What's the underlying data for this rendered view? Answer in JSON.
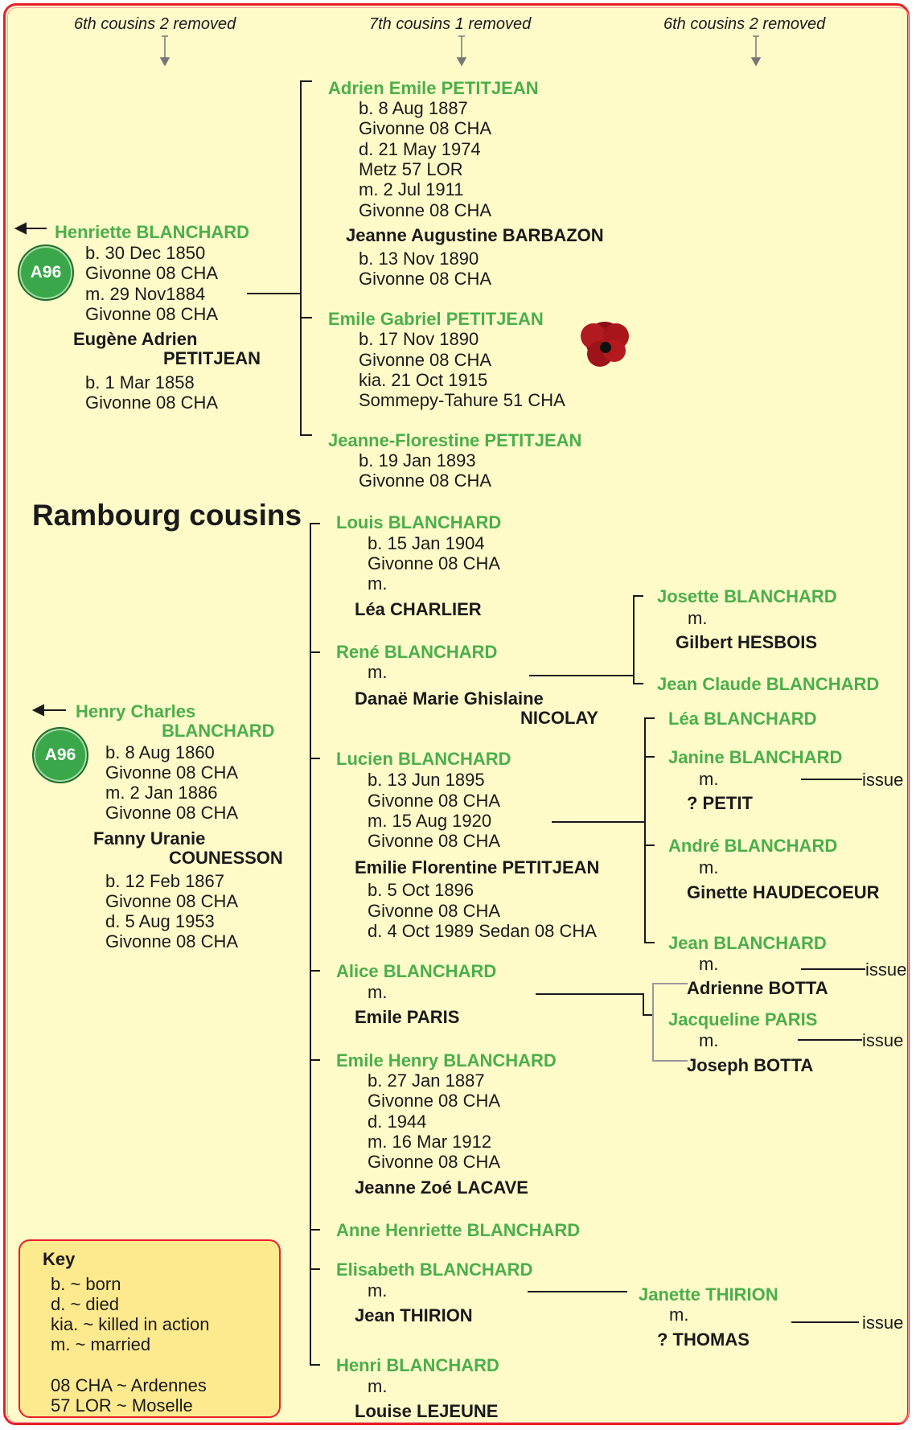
{
  "headers": {
    "left": "6th cousins 2 removed",
    "center": "7th cousins 1 removed",
    "right": "6th cousins 2 removed"
  },
  "section_title": "Rambourg cousins",
  "badge_label": "A96",
  "colors": {
    "frame": "#e8202a",
    "background": "#fefbc9",
    "name_green": "#4cae4c",
    "badge": "#3aa84a",
    "key_background": "#fde98e"
  },
  "top_family": {
    "parent": {
      "name": "Henriette BLANCHARD",
      "details": [
        "b. 30 Dec 1850",
        "Givonne 08 CHA",
        "m. 29 Nov1884",
        "Givonne 08 CHA"
      ]
    },
    "spouse": {
      "name_line1": "Eugène Adrien",
      "name_line2": "PETITJEAN",
      "details": [
        "b. 1 Mar 1858",
        "Givonne 08 CHA"
      ]
    },
    "children": [
      {
        "name": "Adrien Emile PETITJEAN",
        "details": [
          "b. 8 Aug 1887",
          "Givonne 08 CHA",
          "d. 21 May 1974",
          "Metz 57 LOR",
          "m. 2 Jul 1911",
          "Givonne 08 CHA"
        ],
        "spouse": "Jeanne Augustine BARBAZON",
        "spouse_details": [
          "b. 13 Nov 1890",
          "Givonne 08 CHA"
        ]
      },
      {
        "name": "Emile Gabriel PETITJEAN",
        "details": [
          "b. 17 Nov 1890",
          "Givonne 08 CHA",
          "kia. 21 Oct 1915",
          "Sommepy-Tahure 51 CHA"
        ],
        "icon": "poppy-icon"
      },
      {
        "name": "Jeanne-Florestine PETITJEAN",
        "details": [
          "b. 19 Jan 1893",
          "Givonne 08 CHA"
        ]
      }
    ]
  },
  "bottom_family": {
    "parent": {
      "name_line1": "Henry Charles",
      "name_line2": "BLANCHARD",
      "details": [
        "b. 8 Aug 1860",
        "Givonne 08 CHA",
        "m. 2 Jan 1886",
        "Givonne 08 CHA"
      ]
    },
    "spouse": {
      "name_line1": "Fanny Uranie",
      "name_line2": "COUNESSON",
      "details": [
        "b. 12 Feb 1867",
        "Givonne 08 CHA",
        "d. 5 Aug 1953",
        "Givonne 08 CHA"
      ]
    },
    "children": [
      {
        "name": "Louis BLANCHARD",
        "details": [
          "b. 15 Jan 1904",
          "Givonne 08 CHA",
          "m."
        ],
        "spouse": "Léa CHARLIER"
      },
      {
        "name": "René BLANCHARD",
        "details": [
          "m."
        ],
        "spouse_line1": "Danaë Marie Ghislaine",
        "spouse_line2": "NICOLAY",
        "children": [
          {
            "name": "Josette BLANCHARD",
            "details": [
              "m."
            ],
            "spouse": "Gilbert HESBOIS"
          },
          {
            "name": "Jean Claude BLANCHARD"
          }
        ]
      },
      {
        "name": "Lucien BLANCHARD",
        "details": [
          "b. 13 Jun 1895",
          "Givonne 08 CHA",
          "m. 15 Aug 1920",
          "Givonne 08 CHA"
        ],
        "spouse": "Emilie Florentine PETITJEAN",
        "spouse_details": [
          "b. 5 Oct 1896",
          "Givonne 08 CHA",
          "d. 4 Oct 1989 Sedan 08 CHA"
        ],
        "children": [
          {
            "name": "Léa BLANCHARD"
          },
          {
            "name": "Janine BLANCHARD",
            "details": [
              "m."
            ],
            "spouse": "? PETIT",
            "issue": "issue"
          },
          {
            "name": "André BLANCHARD",
            "details": [
              "m."
            ],
            "spouse": "Ginette HAUDECOEUR"
          },
          {
            "name": "Jean BLANCHARD",
            "details": [
              "m."
            ],
            "spouse": "Adrienne BOTTA",
            "issue": "issue"
          }
        ]
      },
      {
        "name": "Alice BLANCHARD",
        "details": [
          "m."
        ],
        "spouse": "Emile PARIS",
        "children": [
          {
            "name": "Jacqueline PARIS",
            "details": [
              "m."
            ],
            "spouse": "Joseph BOTTA",
            "issue": "issue"
          }
        ]
      },
      {
        "name": "Emile Henry BLANCHARD",
        "details": [
          "b. 27 Jan 1887",
          "Givonne 08 CHA",
          "d. 1944",
          "m. 16 Mar 1912",
          "Givonne 08 CHA"
        ],
        "spouse": "Jeanne Zoé LACAVE"
      },
      {
        "name": "Anne Henriette BLANCHARD"
      },
      {
        "name": "Elisabeth BLANCHARD",
        "details": [
          "m."
        ],
        "spouse": "Jean THIRION",
        "children": [
          {
            "name": "Janette THIRION",
            "details": [
              "m."
            ],
            "spouse": "? THOMAS",
            "issue": "issue"
          }
        ]
      },
      {
        "name": "Henri BLANCHARD",
        "details": [
          "m."
        ],
        "spouse": "Louise LEJEUNE"
      }
    ]
  },
  "key": {
    "title": "Key",
    "lines": [
      "b. ~ born",
      "d. ~ died",
      "kia. ~ killed in action",
      "m. ~ married",
      "",
      "08 CHA ~ Ardennes",
      "57 LOR ~ Moselle"
    ]
  }
}
